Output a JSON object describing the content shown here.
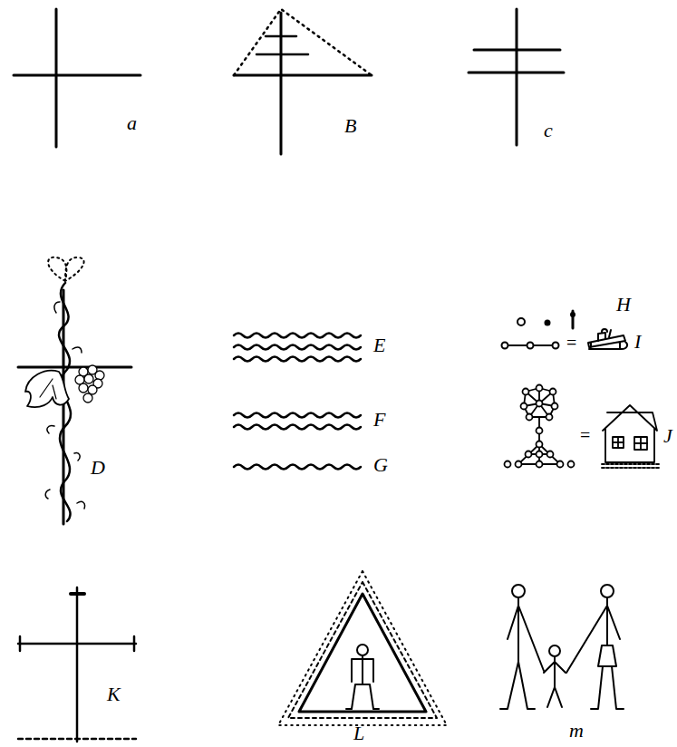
{
  "diagram": {
    "labels": [
      "a",
      "B",
      "c",
      "D",
      "E",
      "F",
      "G",
      "H",
      "I",
      "=",
      "J",
      "=",
      "K",
      "L",
      "m"
    ]
  }
}
